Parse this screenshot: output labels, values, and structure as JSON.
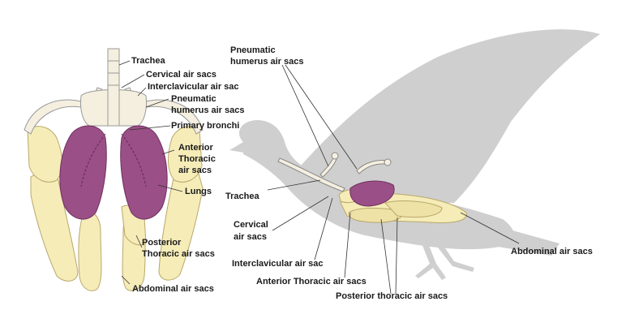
{
  "left_diagram": {
    "labels": {
      "trachea": "Trachea",
      "cervical": "Cervical air sacs",
      "interclavicular": "Interclavicular air sac",
      "pneumatic_1": "Pneumatic",
      "pneumatic_2": "humerus air sacs",
      "primary_bronchi": "Primary bronchi",
      "anterior_1": "Anterior",
      "anterior_2": "Thoracic",
      "anterior_3": "air sacs",
      "lungs": "Lungs",
      "posterior_1": "Posterior",
      "posterior_2": "Thoracic air sacs",
      "abdominal": "Abdominal air sacs"
    }
  },
  "right_diagram": {
    "labels": {
      "pneumatic_1": "Pneumatic",
      "pneumatic_2": "humerus air sacs",
      "trachea": "Trachea",
      "cervical_1": "Cervical",
      "cervical_2": "air sacs",
      "interclavicular": "Interclavicular air sac",
      "anterior": "Anterior Thoracic air sacs",
      "posterior": "Posterior thoracic air sacs",
      "abdominal": "Abdominal air sacs"
    }
  },
  "colors": {
    "air_sac_fill": "#f5ecb8",
    "air_sac_stroke": "#b9a86a",
    "lung_fill": "#9a4f86",
    "bone_fill": "#f4efdf",
    "bird_silhouette": "#cfcfcf",
    "leader_line": "#333333"
  }
}
